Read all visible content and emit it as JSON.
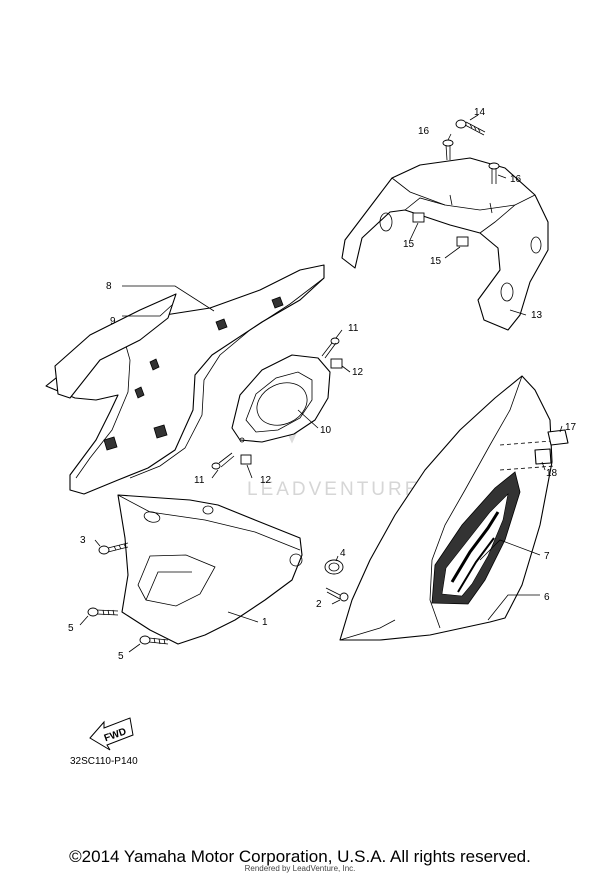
{
  "diagram_code": "32SC110-P140",
  "arrow_label": "FWD",
  "watermark": "LEADVENTURE",
  "copyright": "©2014 Yamaha Motor Corporation, U.S.A. All rights reserved.",
  "rendered_by": "Rendered by LeadVenture, Inc.",
  "part_numbers": [
    "1",
    "2",
    "3",
    "4",
    "5",
    "5",
    "6",
    "7",
    "8",
    "9",
    "10",
    "11",
    "11",
    "12",
    "12",
    "13",
    "14",
    "15",
    "15",
    "16",
    "16",
    "17",
    "18"
  ]
}
